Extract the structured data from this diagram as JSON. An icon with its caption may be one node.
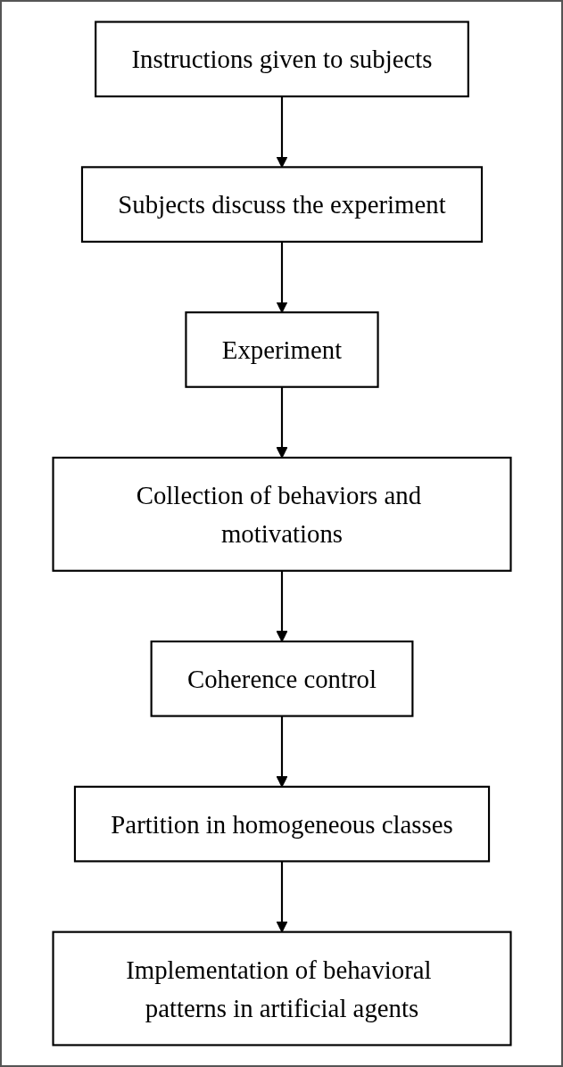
{
  "diagram": {
    "nodes": [
      {
        "text": [
          "Instructions given to subjects"
        ]
      },
      {
        "text": [
          "Subjects discuss the experiment"
        ]
      },
      {
        "text": [
          "Experiment"
        ]
      },
      {
        "text": [
          "Collection of behaviors and motivations"
        ]
      },
      {
        "text": [
          "Coherence control"
        ]
      },
      {
        "text": [
          "Partition in homogeneous classes"
        ]
      },
      {
        "text": [
          "Implementation of behavioral patterns in artificial agents"
        ]
      }
    ],
    "edges": [
      {
        "from": 0,
        "to": 1,
        "arrow": "to"
      },
      {
        "from": 1,
        "to": 2,
        "arrow": "to"
      },
      {
        "from": 2,
        "to": 3,
        "arrow": "to"
      },
      {
        "from": 3,
        "to": 4,
        "arrow": "to"
      },
      {
        "from": 4,
        "to": 5,
        "arrow": "to"
      },
      {
        "from": 5,
        "to": 6,
        "arrow": "to"
      }
    ]
  }
}
